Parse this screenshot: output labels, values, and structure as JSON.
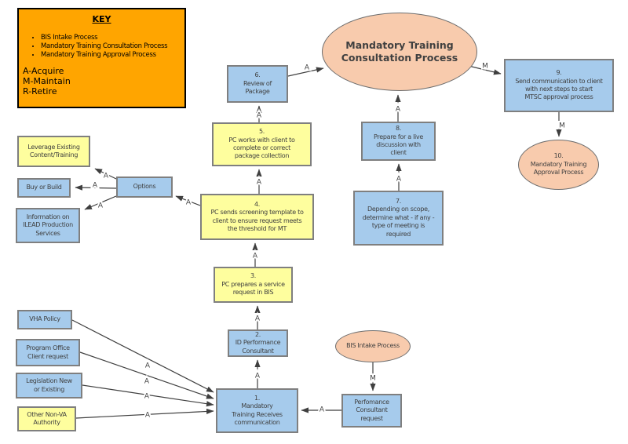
{
  "key": {
    "title": "KEY",
    "bullets": [
      "BIS Intake Process",
      "Mandatory Training Consultation Process",
      "Mandatory Training Approval Process"
    ],
    "legend": [
      "A-Acquire",
      "M-Maintain",
      "R-Retire"
    ]
  },
  "nodes": {
    "main_process": "Mandatory Training\nConsultation Process",
    "step1": "1.\nMandatory\nTraining Receives\ncommunication",
    "step2": "2.\nID Performance\nConsultant",
    "step3": "3.\nPC prepares a service\nrequest in BIS",
    "step4": "4.\nPC sends screening template to\nclient to ensure request meets\nthe threshold for MT",
    "step5": "5.\nPC works with client to\ncomplete or correct\npackage collection",
    "step6": "6.\nReview of\nPackage",
    "step7": "7.\nDepending on scope,\ndetermine what - if any -\ntype of meeting is\nrequired",
    "step8": "8.\nPrepare for a live\ndiscussion with\nclient",
    "step9": "9.\nSend communication to client\nwith next steps to start\nMTSC approval process",
    "step10": "10.\nMandatory Training\nApproval Process",
    "bis_intake": "BIS Intake Process",
    "pc_request": "Perfomance\nConsultant\nrequest",
    "options": "Options",
    "leverage": "Leverage Existing\nContent/Training",
    "buy_or_build": "Buy or Build",
    "ilead": "Information on\nILEAD Production\nServices",
    "vha_policy": "VHA Policy",
    "program_office": "Program Office\nClient request",
    "legislation": "Legislation New\nor Existing",
    "other_authority": "Other Non-VA\nAuthority"
  },
  "edge_labels": {
    "vha_to_step1": "A",
    "program_to_step1": "A",
    "legislation_to_step1": "A",
    "other_to_step1": "A",
    "pcrequest_to_step1": "A",
    "bis_to_pcrequest": "M",
    "step1_to_step2": "A",
    "step2_to_step3": "A",
    "step3_to_step4": "A",
    "step4_to_step5": "A",
    "step5_to_step6": "A",
    "step6_to_main": "A",
    "main_to_step9": "M",
    "step9_to_step10": "M",
    "step7_to_step8": "A",
    "step8_to_main": "A",
    "step4_to_options": "A",
    "options_to_leverage": "A",
    "options_to_buy": "A",
    "options_to_ilead": "A"
  },
  "colors": {
    "key_bg": "#FFA500",
    "process_blue": "#A6CBEC",
    "process_yellow": "#FEFE9E",
    "terminator_peach": "#F8CBAD",
    "line": "#3F3F3F",
    "border_gray": "#7F7F7F"
  }
}
